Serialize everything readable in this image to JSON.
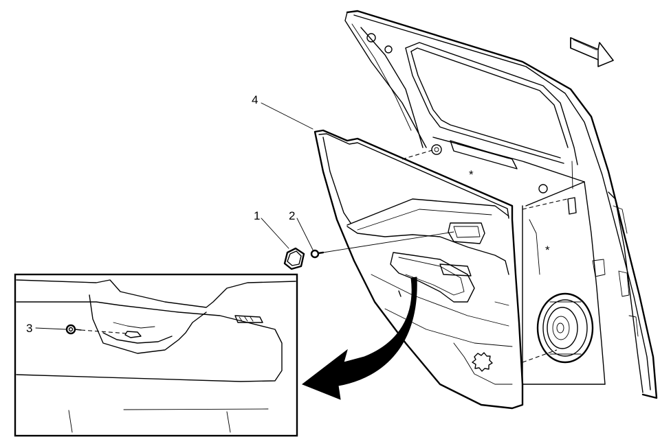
{
  "diagram": {
    "callouts": [
      {
        "id": "1",
        "label": "1"
      },
      {
        "id": "2",
        "label": "2"
      },
      {
        "id": "3",
        "label": "3"
      },
      {
        "id": "4",
        "label": "4"
      }
    ],
    "markers": [
      "*",
      "*"
    ]
  }
}
